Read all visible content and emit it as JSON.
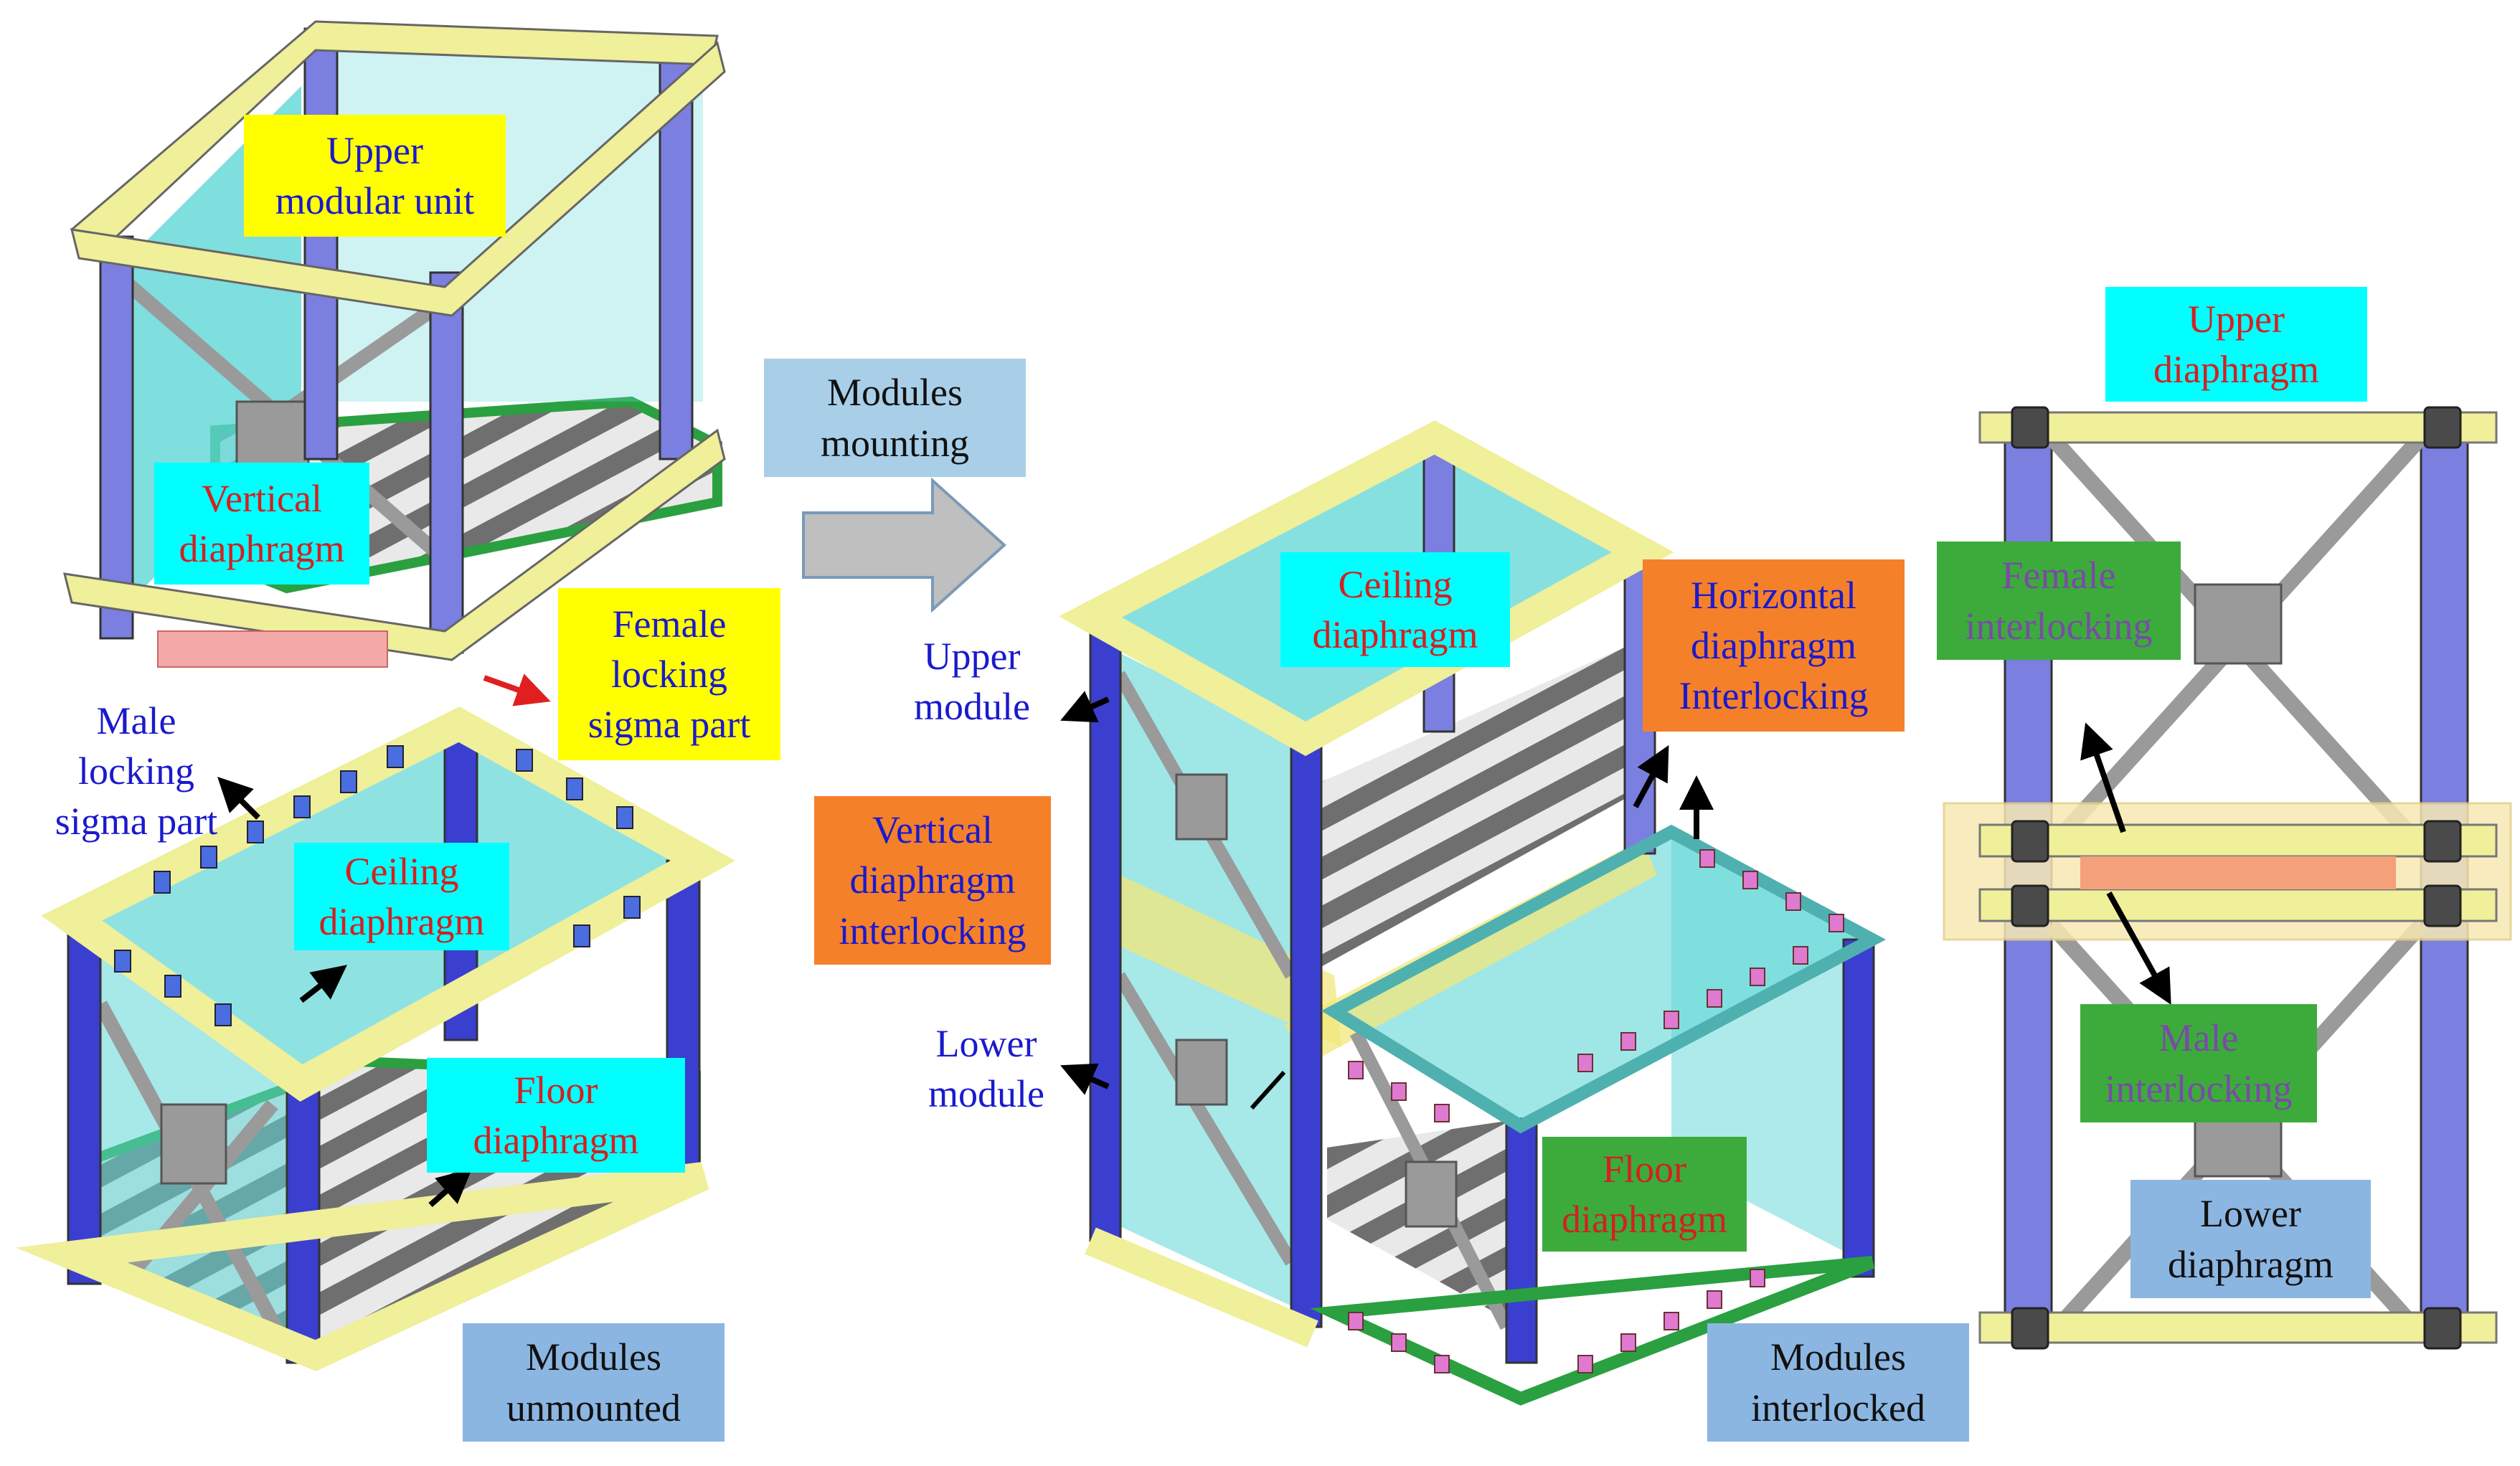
{
  "labels": {
    "upper_modular_unit": [
      "Upper",
      "modular unit"
    ],
    "vertical_diaphragm_left": [
      "Vertical",
      "diaphragm"
    ],
    "female_locking_sigma_part": [
      "Female",
      "locking",
      "sigma part"
    ],
    "male_locking_sigma_part": [
      "Male",
      "locking",
      "sigma part"
    ],
    "ceiling_diaphragm_left": [
      "Ceiling",
      "diaphragm"
    ],
    "floor_diaphragm_left": [
      "Floor",
      "diaphragm"
    ],
    "modules_unmounted": [
      "Modules",
      "unmounted"
    ],
    "modules_mounting": [
      "Modules",
      "mounting"
    ],
    "upper_module": [
      "Upper",
      "module"
    ],
    "lower_module": [
      "Lower",
      "module"
    ],
    "ceiling_diaphragm_mid": [
      "Ceiling",
      "diaphragm"
    ],
    "horizontal_diaphragm_interlocking": [
      "Horizontal",
      "diaphragm",
      "Interlocking"
    ],
    "vertical_diaphragm_interlocking": [
      "Vertical",
      "diaphragm",
      "interlocking"
    ],
    "floor_diaphragm_mid": [
      "Floor",
      "diaphragm"
    ],
    "modules_interlocked": [
      "Modules",
      "interlocked"
    ],
    "upper_diaphragm": [
      "Upper",
      "diaphragm"
    ],
    "female_interlocking": [
      "Female",
      "interlocking"
    ],
    "male_interlocking": [
      "Male",
      "interlocking"
    ],
    "lower_diaphragm": [
      "Lower",
      "diaphragm"
    ]
  },
  "colors": {
    "column": "#7b7fe0",
    "column_dark": "#3a3fd0",
    "beam_yellow": "#f0ef9a",
    "glass_cyan": "#5fd6d6",
    "floor_green": "#35c44a",
    "joist_gray": "#6f6f6f",
    "brace_gray": "#9a9a9a",
    "node_dark": "#4a4a4a",
    "male_tab": "#4a6ee0",
    "pink_tab": "#e07ad0",
    "arrow_red": "#e02020"
  }
}
